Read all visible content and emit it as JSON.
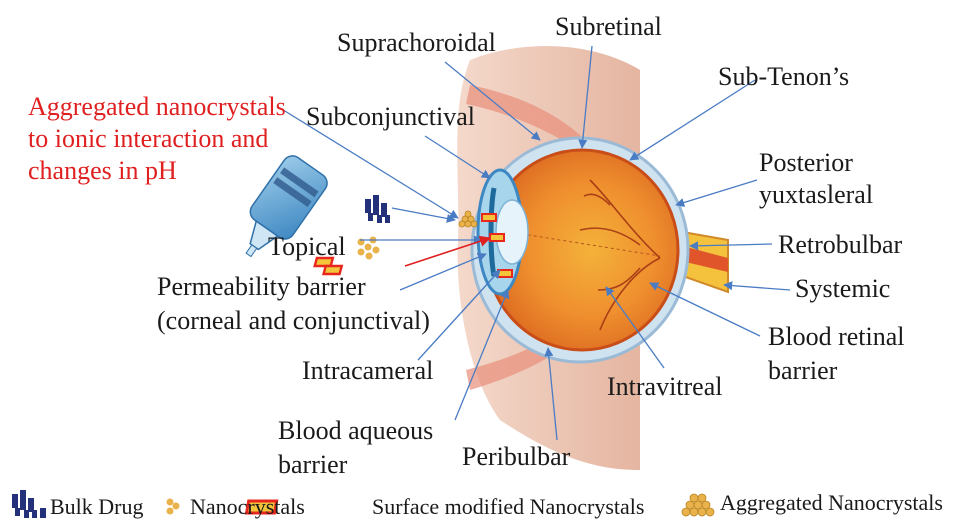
{
  "labels": {
    "suprachoroidal": "Suprachoroidal",
    "subretinal": "Subretinal",
    "sub_tenons": "Sub-Tenon’s",
    "aggregated_line1": "Aggregated nanocrystals",
    "aggregated_line2": "to ionic interaction and",
    "aggregated_line3": "changes in pH",
    "subconjunctival": "Subconjunctival",
    "posterior": "Posterior",
    "yuxtasleral": "yuxtasleral",
    "topical": "Topical",
    "retrobulbar": "Retrobulbar",
    "permeability_line1": "Permeability barrier",
    "permeability_line2": "(corneal and conjunctival)",
    "systemic": "Systemic",
    "blood_retinal_line1": "Blood retinal",
    "blood_retinal_line2": "barrier",
    "intracameral": "Intracameral",
    "intravitreal": "Intravitreal",
    "blood_aqueous_line1": "Blood aqueous",
    "blood_aqueous_line2": "barrier",
    "peribulbar": "Peribulbar"
  },
  "legend": {
    "bulk_drug": "Bulk Drug",
    "nanocrystals": "Nanocrystals",
    "surface_modified": "Surface modified Nanocrystals",
    "aggregated": "Aggregated Nanocrystals"
  },
  "colors": {
    "label_red": "#e02020",
    "arrow_blue": "#4a7cc4",
    "eye_orange": "#e8762b",
    "sclera_blue": "#bcd6ea",
    "skin": "#e9b8a0",
    "bulk_drug_navy": "#24307a",
    "nanocrystal_gold": "#e9b24a",
    "surface_modified_red": "#e8281e"
  },
  "icons": [
    "eye-drop-bottle-icon",
    "bulk-drug-icon",
    "nanocrystals-icon",
    "surface-modified-nanocrystal-icon",
    "aggregated-nanocrystals-icon"
  ]
}
